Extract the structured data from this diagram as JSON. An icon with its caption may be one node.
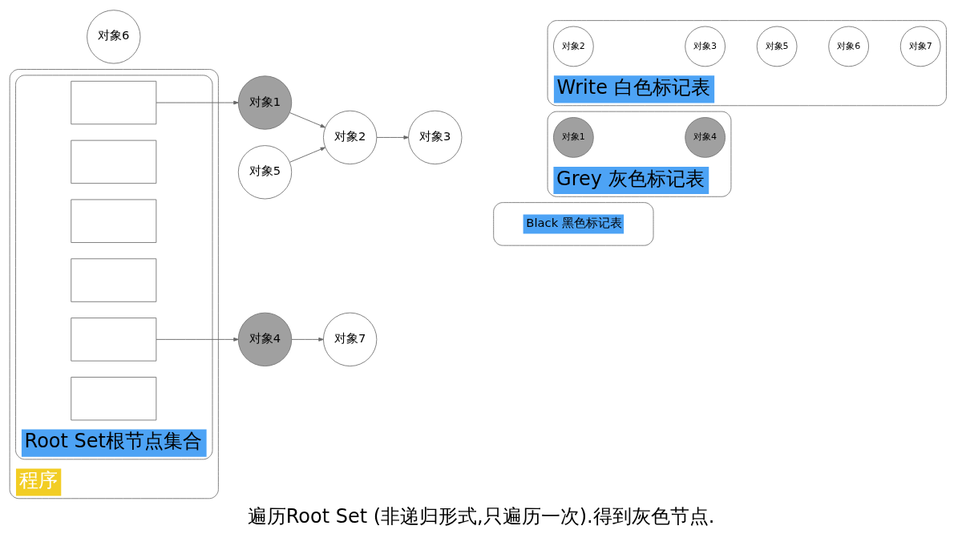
{
  "diagram": {
    "caption": "遍历Root Set (非递归形式,只遍历一次).得到灰色节点.",
    "nodes": [
      {
        "text": [
          "程序"
        ]
      },
      {
        "text": [
          "Root Set根节点集合"
        ],
        "in": 0
      },
      {
        "text": [],
        "shape": "box",
        "in": 1
      },
      {
        "text": [],
        "shape": "box",
        "in": 1
      },
      {
        "text": [],
        "shape": "box",
        "in": 1
      },
      {
        "text": [],
        "shape": "box",
        "in": 1
      },
      {
        "text": [],
        "shape": "box",
        "in": 1
      },
      {
        "text": [],
        "shape": "box",
        "in": 1
      },
      {
        "text": [
          "对象1"
        ]
      },
      {
        "text": [
          "对象2"
        ]
      },
      {
        "text": [
          "对象3"
        ]
      },
      {
        "text": [
          "对象5"
        ]
      },
      {
        "text": [
          "对象4"
        ]
      },
      {
        "text": [
          "对象7"
        ]
      },
      {
        "text": [
          "对象6"
        ]
      },
      {
        "text": [
          "Write 白色标记表"
        ]
      },
      {
        "text": [
          "对象2"
        ],
        "in": 15
      },
      {
        "text": [
          "对象3"
        ],
        "in": 15
      },
      {
        "text": [
          "对象5"
        ],
        "in": 15
      },
      {
        "text": [
          "对象6"
        ],
        "in": 15
      },
      {
        "text": [
          "对象7"
        ],
        "in": 15
      },
      {
        "text": [
          "Grey 灰色标记表"
        ]
      },
      {
        "text": [
          "对象1"
        ],
        "in": 21
      },
      {
        "text": [
          "对象4"
        ],
        "in": 21
      },
      {
        "text": [
          "Black 黑色标记表"
        ]
      }
    ],
    "edges": [
      {
        "from": 2,
        "to": 8,
        "arrow": "to"
      },
      {
        "from": 8,
        "to": 9,
        "arrow": "to"
      },
      {
        "from": 9,
        "to": 10,
        "arrow": "to"
      },
      {
        "from": 11,
        "to": 9,
        "arrow": "to"
      },
      {
        "from": 6,
        "to": 12,
        "arrow": "to"
      },
      {
        "from": 12,
        "to": 13,
        "arrow": "to"
      }
    ]
  }
}
